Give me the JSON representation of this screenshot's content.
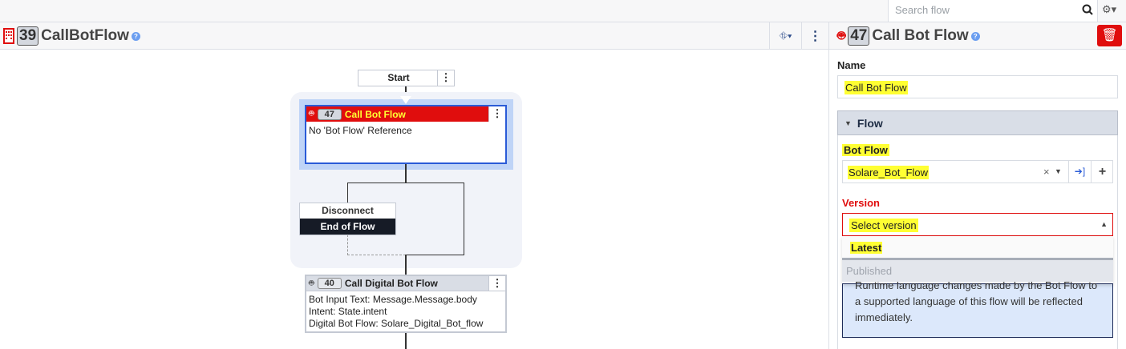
{
  "topbar": {
    "search_placeholder": "Search flow",
    "search_icon": "search-icon",
    "settings_icon": "gear-icon"
  },
  "flow_header": {
    "id": "39",
    "title": "CallBotFlow",
    "icon": "building-icon"
  },
  "canvas": {
    "start": {
      "label": "Start"
    },
    "call_bot_node": {
      "id": "47",
      "title": "Call Bot Flow",
      "body": "No 'Bot Flow' Reference"
    },
    "disconnect": {
      "label": "Disconnect",
      "sublabel": "End of Flow"
    },
    "digital_node": {
      "id": "40",
      "title": "Call Digital Bot Flow",
      "lines": [
        "Bot Input Text: Message.Message.body",
        "Intent: State.intent",
        "Digital Bot Flow: Solare_Digital_Bot_flow"
      ]
    }
  },
  "panel": {
    "id": "47",
    "title": "Call Bot Flow",
    "name_label": "Name",
    "name_value": "Call Bot Flow",
    "section_title": "Flow",
    "bot_flow_label": "Bot Flow",
    "bot_flow_value": "Solare_Bot_Flow",
    "version_label": "Version",
    "version_placeholder": "Select version",
    "version_options": [
      "Latest",
      "Published"
    ],
    "info_lines": [
      "Runtime language changes made by the Bot Flow to",
      "a supported language of this flow will be reflected",
      "immediately."
    ]
  },
  "colors": {
    "accent_red": "#e00d0d",
    "selection_blue": "#2a5bd7",
    "highlight": "#ffff33"
  }
}
